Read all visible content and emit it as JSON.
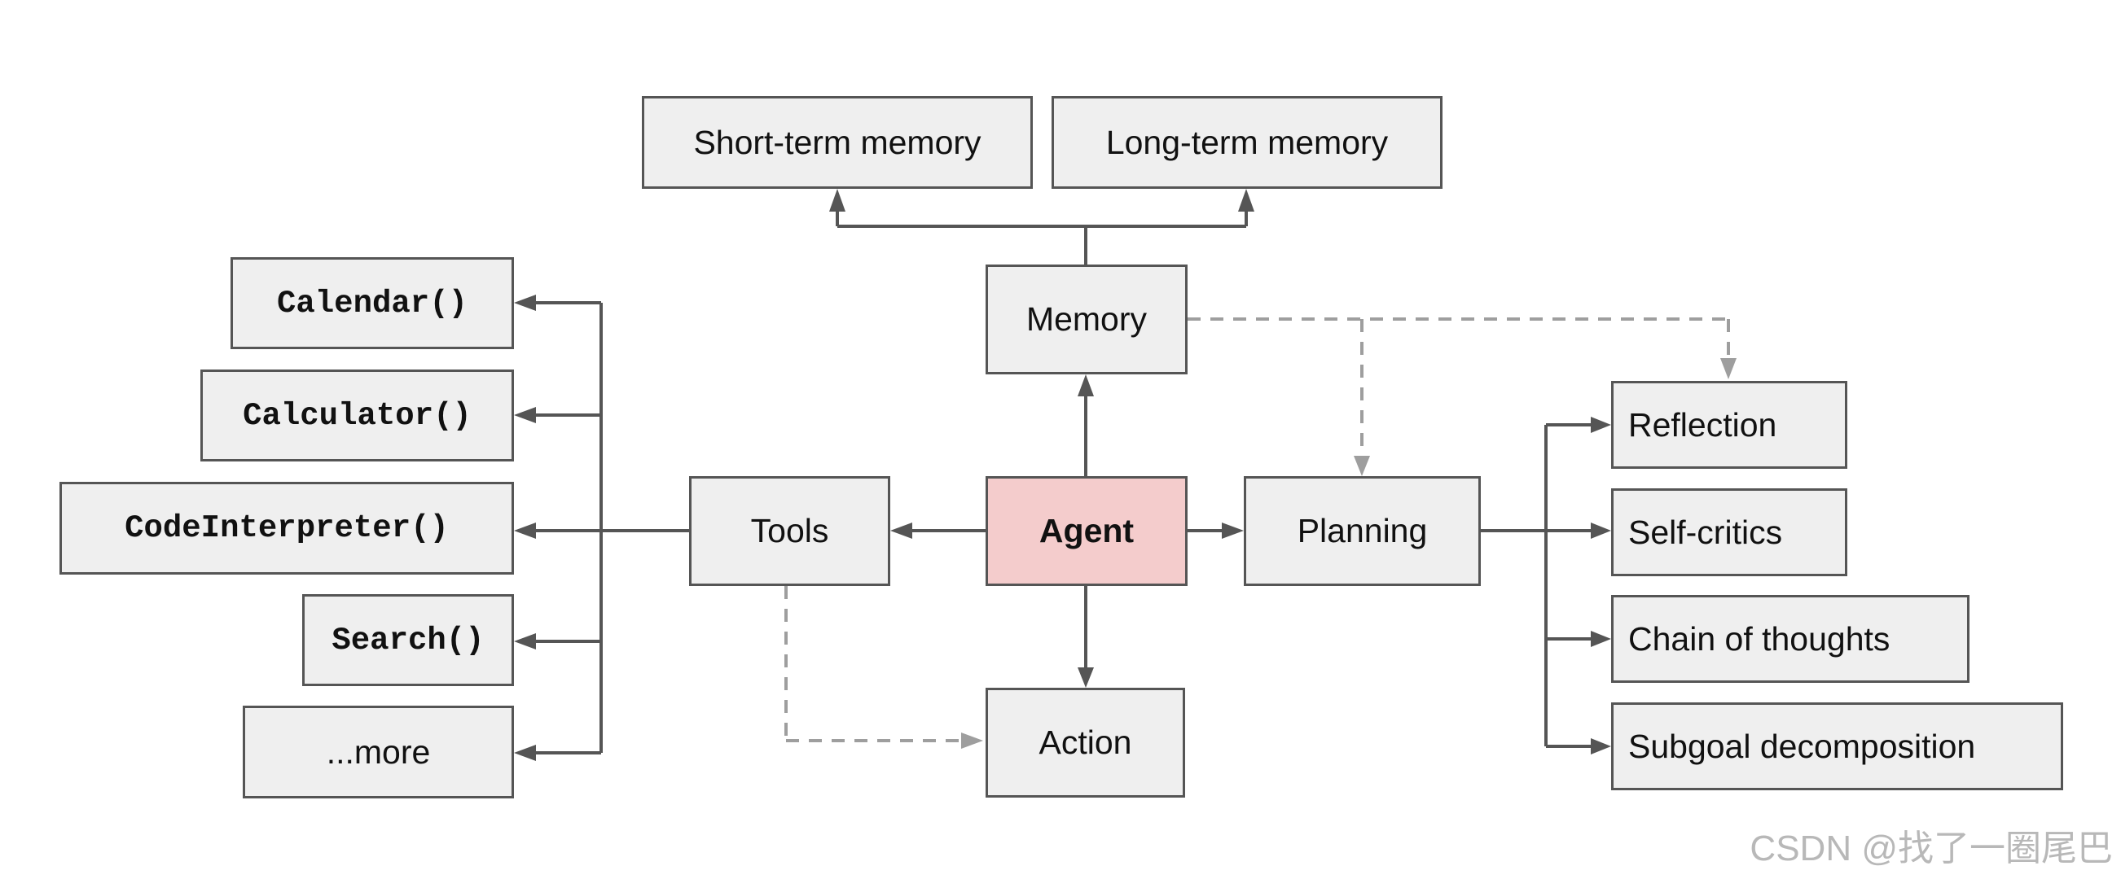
{
  "nodes": {
    "short_term_memory": "Short-term memory",
    "long_term_memory": "Long-term memory",
    "memory": "Memory",
    "agent": "Agent",
    "tools": "Tools",
    "planning": "Planning",
    "action": "Action",
    "calendar": "Calendar()",
    "calculator": "Calculator()",
    "code_interpreter": "CodeInterpreter()",
    "search": "Search()",
    "more": "...more",
    "reflection": "Reflection",
    "self_critics": "Self-critics",
    "chain_of_thoughts": "Chain of thoughts",
    "subgoal_decomposition": "Subgoal decomposition"
  },
  "watermark": "CSDN @找了一圈尾巴",
  "colors": {
    "box_fill": "#efefef",
    "agent_fill": "#f4cccc",
    "border": "#555555",
    "solid_edge": "#555555",
    "dashed_edge": "#9e9e9e"
  }
}
